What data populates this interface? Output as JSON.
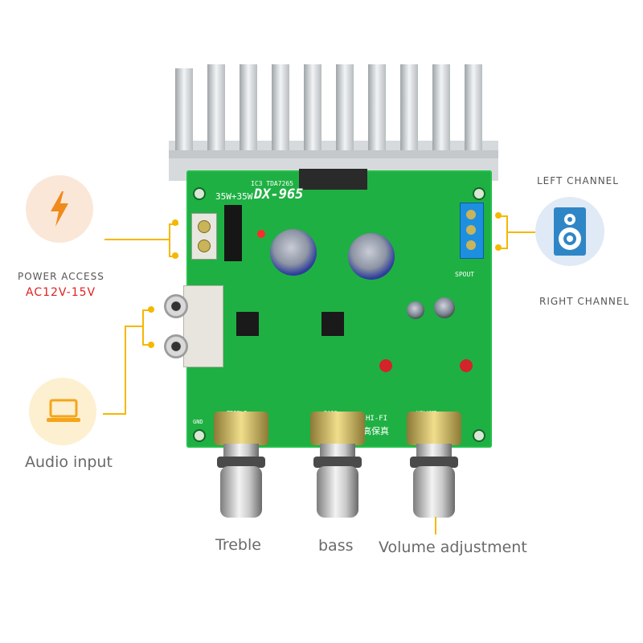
{
  "callouts": {
    "power_title": "POWER ACCESS",
    "power_voltage": "AC12V-15V",
    "audio_input": "Audio input",
    "left_channel": "LEFT CHANNEL",
    "right_channel": "RIGHT CHANNEL"
  },
  "knobs": {
    "treble": "Treble",
    "bass": "bass",
    "volume": "Volume adjustment"
  },
  "board": {
    "model": "DX-965",
    "power_rating": "35W+35W",
    "ic3": "IC3 TDA7265",
    "hifi": "HI-FI",
    "hifi_cn": "高保真",
    "spout": "SPOUT",
    "gnd": "GND",
    "treble_silk": "TREBLE",
    "bass_silk": "BASS",
    "volume_silk": "VOLUME"
  },
  "colors": {
    "accent": "#f5b800",
    "voltage": "#e02020",
    "pcb": "#1fb043"
  },
  "icons": [
    "lightning-icon",
    "laptop-icon",
    "speaker-icon"
  ]
}
